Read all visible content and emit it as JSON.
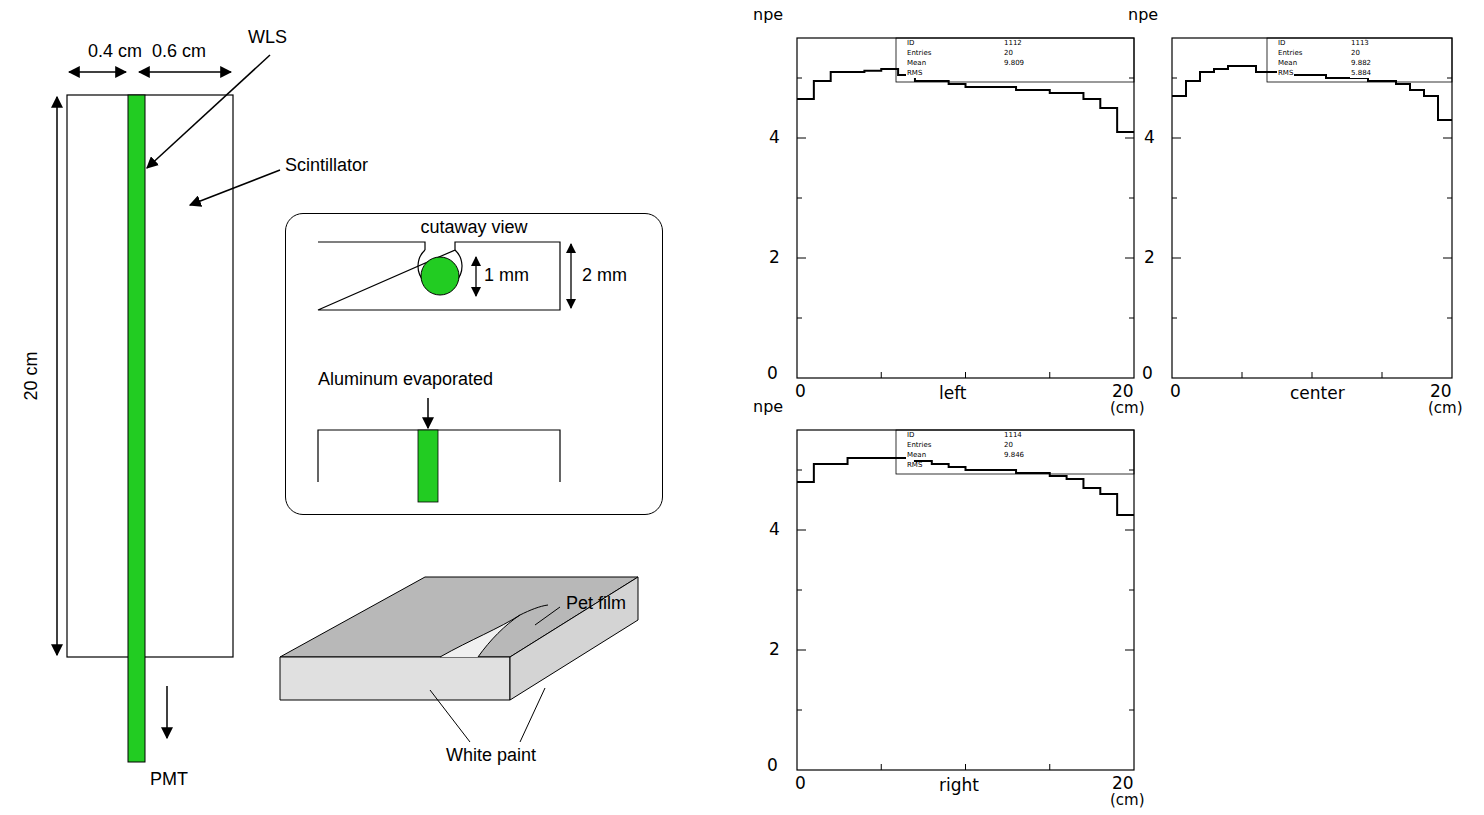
{
  "diagram": {
    "nodes": [
      {
        "text": [
          "cutaway view"
        ]
      }
    ],
    "labels": [
      "0.4 cm",
      "0.6 cm",
      "20 cm",
      "WLS",
      "Scintillator",
      "PMT",
      "1 mm",
      "2 mm",
      "Aluminum evaporated",
      "Pet film",
      "White paint",
      "npe",
      "4",
      "2",
      "0",
      "0",
      "20",
      "(cm)",
      "left",
      "ID",
      "1112",
      "Entries",
      "20",
      "Mean",
      "9.809",
      "RMS",
      "npe",
      "4",
      "2",
      "0",
      "0",
      "20",
      "(cm)",
      "center",
      "ID",
      "1113",
      "Entries",
      "20",
      "Mean",
      "9.882",
      "RMS",
      "5.884",
      "npe",
      "4",
      "2",
      "0",
      "0",
      "20",
      "(cm)",
      "right",
      "ID",
      "1114",
      "Entries",
      "20",
      "Mean",
      "9.846",
      "RMS"
    ]
  }
}
